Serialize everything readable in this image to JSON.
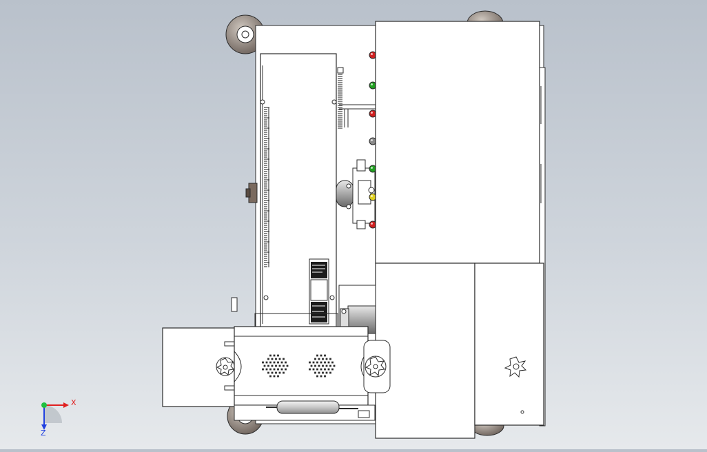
{
  "colors": {
    "background_top": "#b9c1cb",
    "background_bottom": "#e6e9ec",
    "part_fill": "#ffffff",
    "edge": "#2b2b2b",
    "wheel": "#8c8078",
    "green_strip": "#b8e0a0",
    "axis_x": "#e02020",
    "axis_y": "#20c040",
    "axis_z": "#2040e0",
    "indicator_red": "#d02020",
    "indicator_green": "#20a020",
    "indicator_yellow": "#e0d020"
  },
  "triad": {
    "x_label": "X",
    "z_label": "Z"
  },
  "indicators": [
    "red",
    "green",
    "red",
    "grey",
    "green",
    "yellow",
    "red"
  ]
}
